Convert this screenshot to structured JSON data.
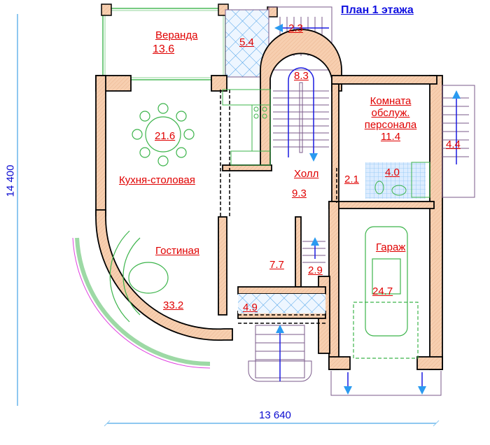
{
  "title": "План 1 этажа",
  "dimensions": {
    "width_label": "13 640",
    "height_label": "14 400"
  },
  "rooms": [
    {
      "id": "veranda",
      "name": "Веранда",
      "area": "13.6"
    },
    {
      "id": "terrace",
      "name": "",
      "area": "5.4"
    },
    {
      "id": "entry-steps-top",
      "name": "",
      "area": "2.3"
    },
    {
      "id": "stair-hall",
      "name": "",
      "area": "8.3"
    },
    {
      "id": "staff-room",
      "name": "Комната обслуж. персонала",
      "name_lines": [
        "Комната",
        "обслуж.",
        "персонала"
      ],
      "area": "11.4"
    },
    {
      "id": "side-steps",
      "name": "",
      "area": "4.4"
    },
    {
      "id": "kitchen-dining",
      "name": "Кухня-столовая",
      "area": "21.6"
    },
    {
      "id": "hall",
      "name": "Холл",
      "area": "9.3"
    },
    {
      "id": "corridor",
      "name": "",
      "area": "2.1"
    },
    {
      "id": "bathroom",
      "name": "",
      "area": "4.0"
    },
    {
      "id": "living-room",
      "name": "Гостиная",
      "area": "33.2"
    },
    {
      "id": "utility",
      "name": "",
      "area": "7.7"
    },
    {
      "id": "stair-small",
      "name": "",
      "area": "2.9"
    },
    {
      "id": "vestibule",
      "name": "",
      "area": "4.9"
    },
    {
      "id": "garage",
      "name": "Гараж",
      "area": "24.7"
    }
  ],
  "colors": {
    "wall_fill": "#f7cfb0",
    "wall_stroke": "#000000",
    "furniture": "#3cb44b",
    "label": "#e00000",
    "title": "#1010e0",
    "dimension_line": "#8ec8f0",
    "stairs": "#7a5a8a",
    "arrow": "#1a1ae0",
    "tile": "#7ab8f0"
  }
}
